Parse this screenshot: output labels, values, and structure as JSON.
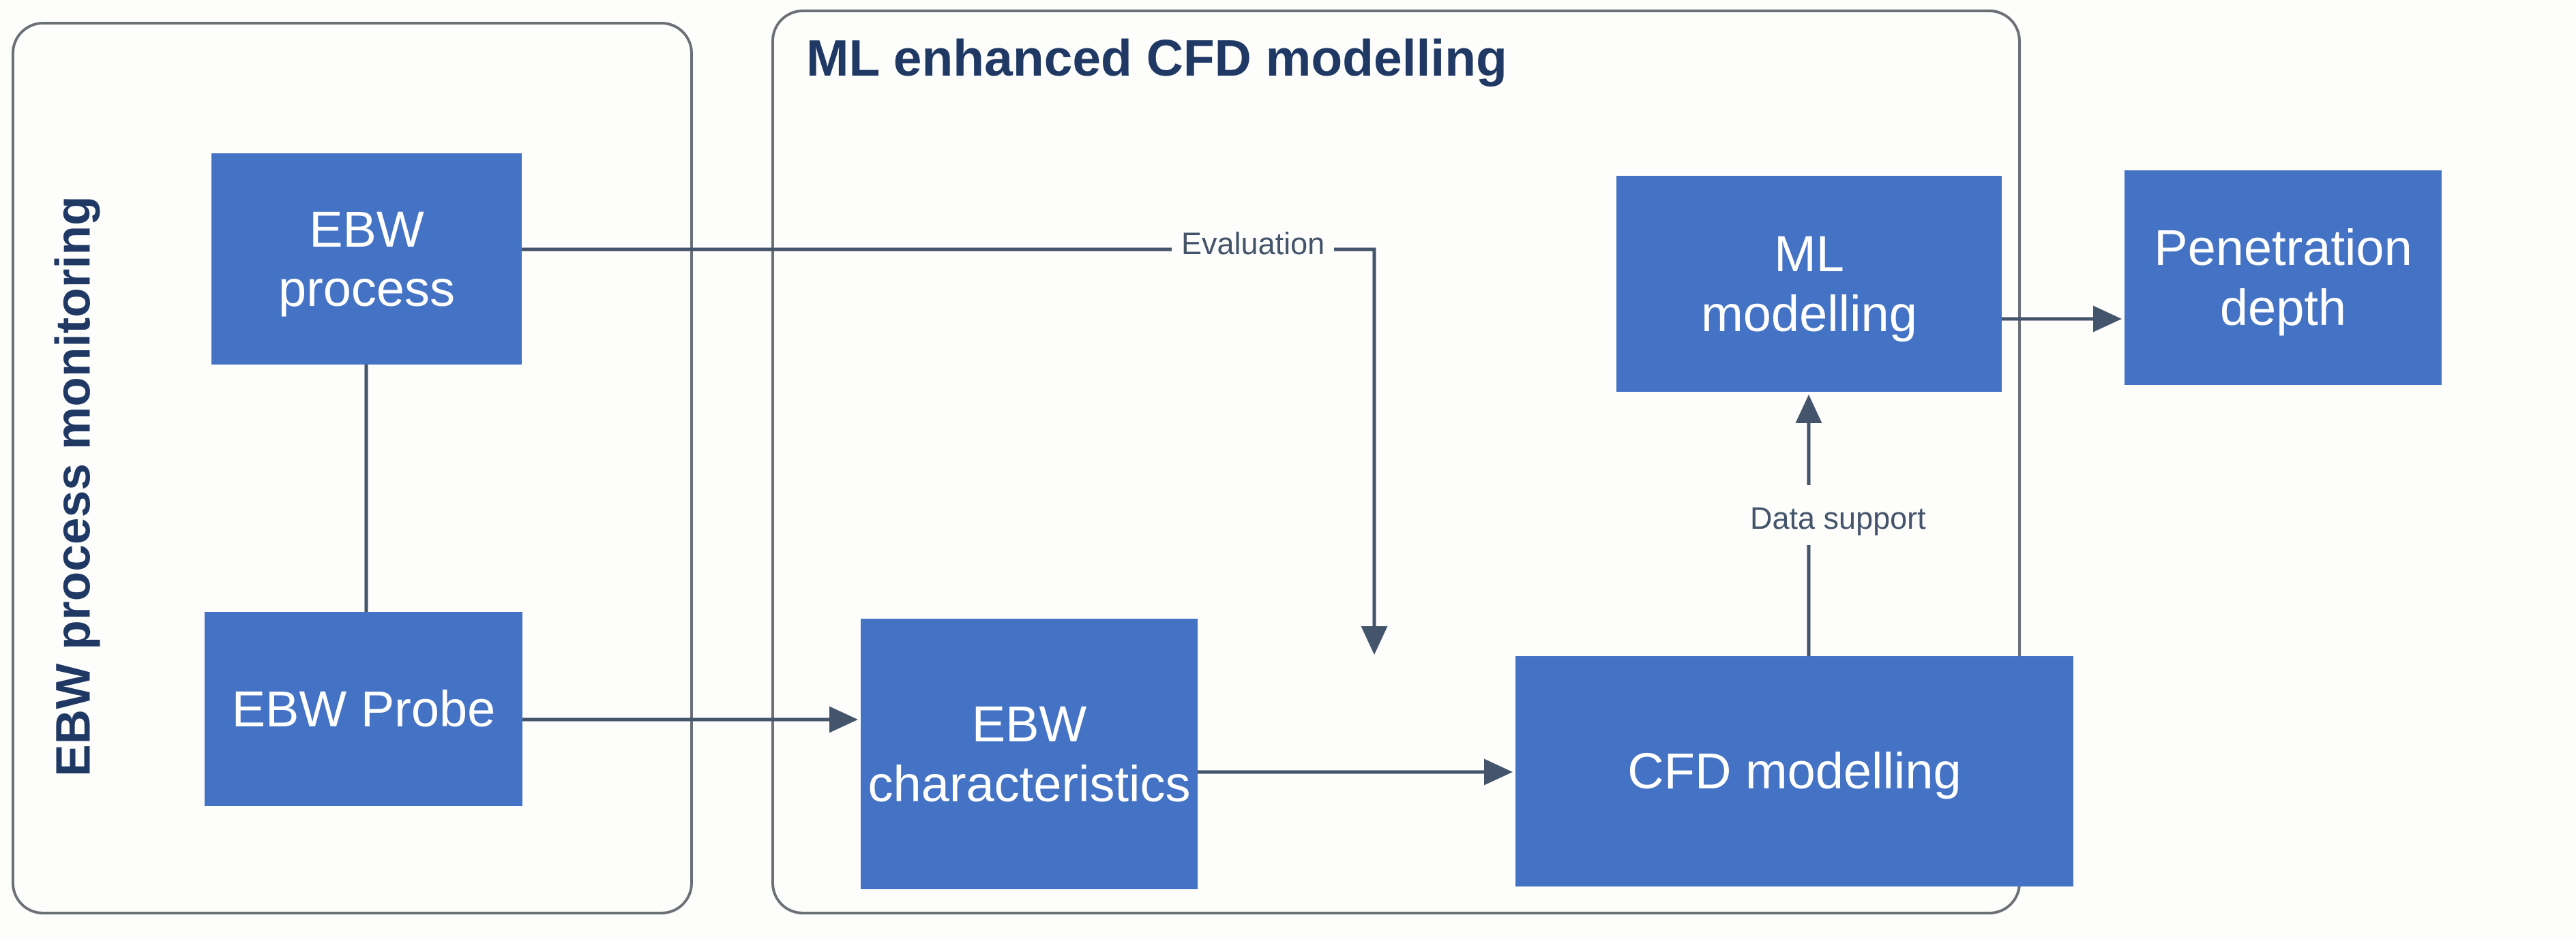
{
  "diagram": {
    "title_left_panel": "EBW process monitoring",
    "title_right_panel": "ML enhanced CFD modelling",
    "colors": {
      "node_fill": "#4472C4",
      "node_text": "#FFFFFF",
      "panel_border": "#6B6F76",
      "panel_title": "#1F3864",
      "connector": "#44546A",
      "background": "#FDFDFB"
    },
    "nodes": [
      {
        "id": "ebw-process",
        "label": "EBW\nprocess",
        "panel": "left"
      },
      {
        "id": "ebw-probe",
        "label": "EBW Probe",
        "panel": "left"
      },
      {
        "id": "ebw-characteristics",
        "label": "EBW\ncharacteristics",
        "panel": "right"
      },
      {
        "id": "cfd-modelling",
        "label": "CFD modelling",
        "panel": "right"
      },
      {
        "id": "ml-modelling",
        "label": "ML\nmodelling",
        "panel": "right"
      },
      {
        "id": "penetration-depth",
        "label": "Penetration\ndepth",
        "panel": "outside"
      }
    ],
    "edges": [
      {
        "from": "ebw-process",
        "to": "cfd-modelling",
        "label": "Evaluation",
        "arrow": true
      },
      {
        "from": "ebw-process",
        "to": "ebw-probe",
        "label": "",
        "arrow": false
      },
      {
        "from": "ebw-probe",
        "to": "ebw-characteristics",
        "label": "",
        "arrow": true
      },
      {
        "from": "ebw-characteristics",
        "to": "cfd-modelling",
        "label": "",
        "arrow": true
      },
      {
        "from": "cfd-modelling",
        "to": "ml-modelling",
        "label": "Data support",
        "arrow": true
      },
      {
        "from": "ml-modelling",
        "to": "penetration-depth",
        "label": "",
        "arrow": true
      }
    ],
    "edge_labels": {
      "evaluation": "Evaluation",
      "data_support": "Data support"
    }
  }
}
